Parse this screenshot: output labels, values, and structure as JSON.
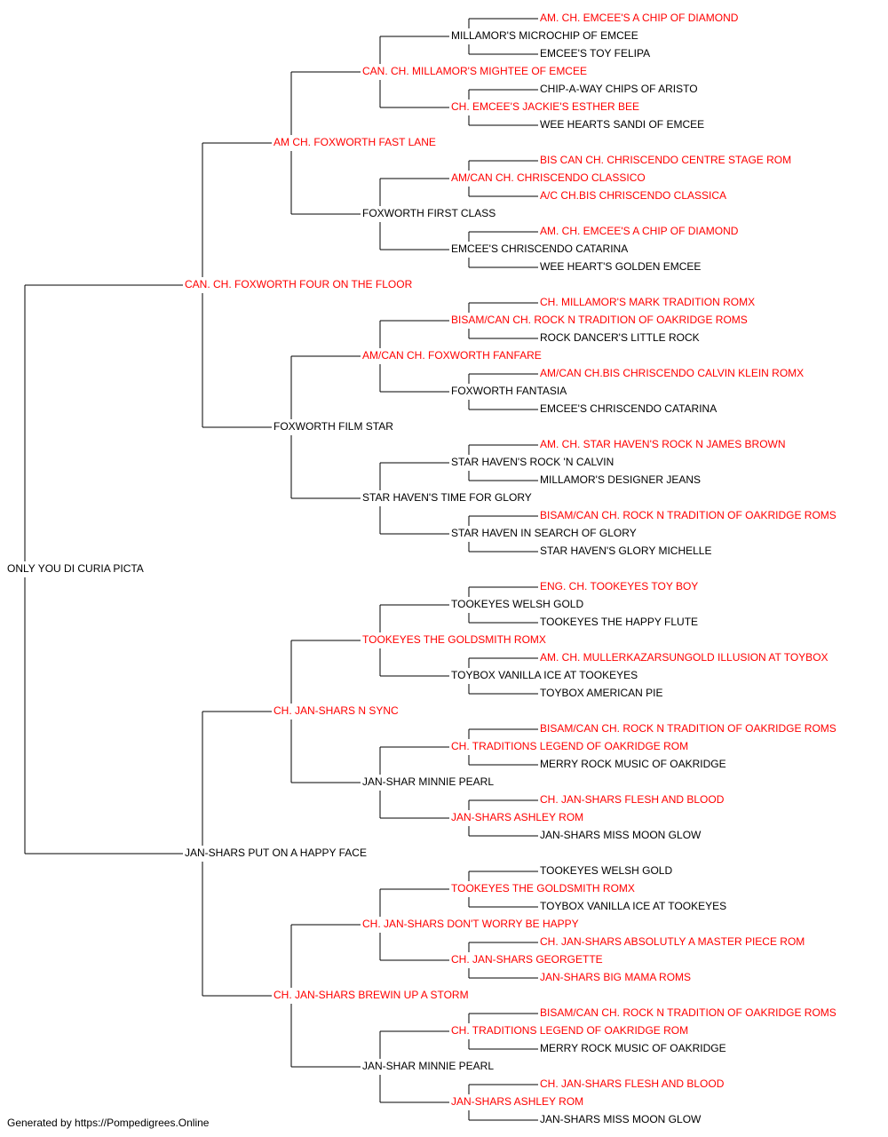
{
  "colors": {
    "champion": "#ff0000",
    "normal": "#000000",
    "line": "#000000"
  },
  "footer": "Generated by https://Pompedigrees.Online",
  "pedigree": {
    "name": "ONLY YOU DI CURIA PICTA",
    "champion": false,
    "sire": {
      "name": "CAN. CH. FOXWORTH FOUR ON THE FLOOR",
      "champion": true,
      "sire": {
        "name": "AM CH. FOXWORTH FAST LANE",
        "champion": true,
        "sire": {
          "name": "CAN. CH. MILLAMOR'S MIGHTEE OF EMCEE",
          "champion": true,
          "sire": {
            "name": "MILLAMOR'S MICROCHIP OF EMCEE",
            "champion": false,
            "sire": {
              "name": "AM. CH. EMCEE'S A CHIP OF DIAMOND",
              "champion": true
            },
            "dam": {
              "name": "EMCEE'S TOY FELIPA",
              "champion": false
            }
          },
          "dam": {
            "name": "CH. EMCEE'S JACKIE'S ESTHER BEE",
            "champion": true,
            "sire": {
              "name": "CHIP-A-WAY CHIPS OF ARISTO",
              "champion": false
            },
            "dam": {
              "name": "WEE HEARTS SANDI OF EMCEE",
              "champion": false
            }
          }
        },
        "dam": {
          "name": "FOXWORTH FIRST CLASS",
          "champion": false,
          "sire": {
            "name": "AM/CAN CH. CHRISCENDO CLASSICO",
            "champion": true,
            "sire": {
              "name": "BIS CAN CH. CHRISCENDO CENTRE STAGE ROM",
              "champion": true
            },
            "dam": {
              "name": "A/C CH.BIS CHRISCENDO CLASSICA",
              "champion": true
            }
          },
          "dam": {
            "name": "EMCEE'S CHRISCENDO CATARINA",
            "champion": false,
            "sire": {
              "name": "AM. CH. EMCEE'S A CHIP OF DIAMOND",
              "champion": true
            },
            "dam": {
              "name": "WEE HEART'S GOLDEN EMCEE",
              "champion": false
            }
          }
        }
      },
      "dam": {
        "name": "FOXWORTH FILM STAR",
        "champion": false,
        "sire": {
          "name": "AM/CAN CH. FOXWORTH FANFARE",
          "champion": true,
          "sire": {
            "name": "BISAM/CAN CH. ROCK N TRADITION OF OAKRIDGE ROMS",
            "champion": true,
            "sire": {
              "name": "CH. MILLAMOR'S MARK TRADITION ROMX",
              "champion": true
            },
            "dam": {
              "name": "ROCK DANCER'S LITTLE ROCK",
              "champion": false
            }
          },
          "dam": {
            "name": "FOXWORTH FANTASIA",
            "champion": false,
            "sire": {
              "name": "AM/CAN CH.BIS CHRISCENDO CALVIN KLEIN ROMX",
              "champion": true
            },
            "dam": {
              "name": "EMCEE'S CHRISCENDO CATARINA",
              "champion": false
            }
          }
        },
        "dam": {
          "name": "STAR HAVEN'S TIME FOR GLORY",
          "champion": false,
          "sire": {
            "name": "STAR HAVEN'S ROCK 'N CALVIN",
            "champion": false,
            "sire": {
              "name": "AM. CH. STAR HAVEN'S ROCK N JAMES BROWN",
              "champion": true
            },
            "dam": {
              "name": "MILLAMOR'S DESIGNER JEANS",
              "champion": false
            }
          },
          "dam": {
            "name": "STAR HAVEN IN SEARCH OF GLORY",
            "champion": false,
            "sire": {
              "name": "BISAM/CAN CH. ROCK N TRADITION OF OAKRIDGE ROMS",
              "champion": true
            },
            "dam": {
              "name": "STAR HAVEN'S GLORY MICHELLE",
              "champion": false
            }
          }
        }
      }
    },
    "dam": {
      "name": "JAN-SHARS PUT ON A HAPPY FACE",
      "champion": false,
      "sire": {
        "name": "CH. JAN-SHARS N SYNC",
        "champion": true,
        "sire": {
          "name": "TOOKEYES THE GOLDSMITH ROMX",
          "champion": true,
          "sire": {
            "name": "TOOKEYES WELSH GOLD",
            "champion": false,
            "sire": {
              "name": "ENG. CH. TOOKEYES TOY BOY",
              "champion": true
            },
            "dam": {
              "name": "TOOKEYES THE HAPPY FLUTE",
              "champion": false
            }
          },
          "dam": {
            "name": "TOYBOX VANILLA ICE AT TOOKEYES",
            "champion": false,
            "sire": {
              "name": "AM. CH. MULLERKAZARSUNGOLD ILLUSION AT TOYBOX",
              "champion": true
            },
            "dam": {
              "name": "TOYBOX AMERICAN PIE",
              "champion": false
            }
          }
        },
        "dam": {
          "name": "JAN-SHAR MINNIE PEARL",
          "champion": false,
          "sire": {
            "name": "CH. TRADITIONS LEGEND OF OAKRIDGE ROM",
            "champion": true,
            "sire": {
              "name": "BISAM/CAN CH. ROCK N TRADITION OF OAKRIDGE ROMS",
              "champion": true
            },
            "dam": {
              "name": "MERRY ROCK MUSIC OF OAKRIDGE",
              "champion": false
            }
          },
          "dam": {
            "name": "JAN-SHARS ASHLEY ROM",
            "champion": true,
            "sire": {
              "name": "CH. JAN-SHARS FLESH AND BLOOD",
              "champion": true
            },
            "dam": {
              "name": "JAN-SHARS MISS MOON GLOW",
              "champion": false
            }
          }
        }
      },
      "dam": {
        "name": "CH. JAN-SHARS BREWIN UP A STORM",
        "champion": true,
        "sire": {
          "name": "CH. JAN-SHARS DON'T WORRY BE HAPPY",
          "champion": true,
          "sire": {
            "name": "TOOKEYES THE GOLDSMITH ROMX",
            "champion": true,
            "sire": {
              "name": "TOOKEYES WELSH GOLD",
              "champion": false
            },
            "dam": {
              "name": "TOYBOX VANILLA ICE AT TOOKEYES",
              "champion": false
            }
          },
          "dam": {
            "name": "CH. JAN-SHARS GEORGETTE",
            "champion": true,
            "sire": {
              "name": "CH. JAN-SHARS ABSOLUTLY A MASTER PIECE ROM",
              "champion": true
            },
            "dam": {
              "name": "JAN-SHARS BIG MAMA ROMS",
              "champion": true
            }
          }
        },
        "dam": {
          "name": "JAN-SHAR MINNIE PEARL",
          "champion": false,
          "sire": {
            "name": "CH. TRADITIONS LEGEND OF OAKRIDGE ROM",
            "champion": true,
            "sire": {
              "name": "BISAM/CAN CH. ROCK N TRADITION OF OAKRIDGE ROMS",
              "champion": true
            },
            "dam": {
              "name": "MERRY ROCK MUSIC OF OAKRIDGE",
              "champion": false
            }
          },
          "dam": {
            "name": "JAN-SHARS ASHLEY ROM",
            "champion": true,
            "sire": {
              "name": "CH. JAN-SHARS FLESH AND BLOOD",
              "champion": true
            },
            "dam": {
              "name": "JAN-SHARS MISS MOON GLOW",
              "champion": false
            }
          }
        }
      }
    }
  }
}
